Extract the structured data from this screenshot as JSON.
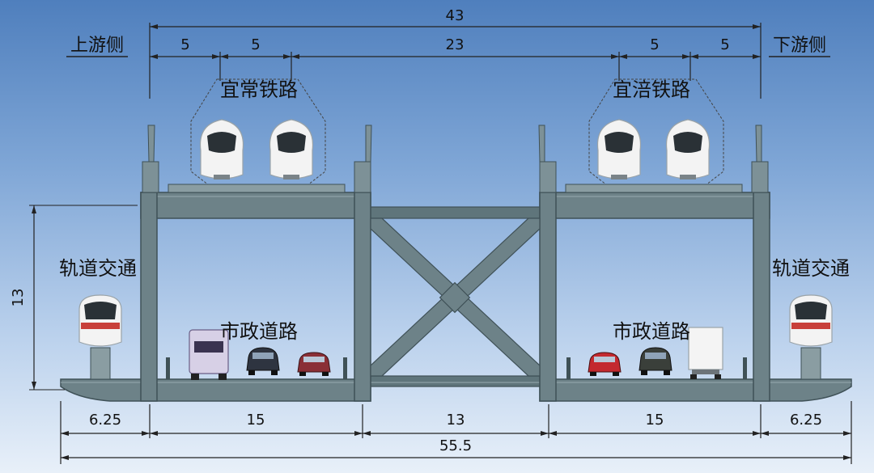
{
  "top_dimensions": {
    "overall": "43",
    "left_a": "5",
    "left_b": "5",
    "middle": "23",
    "right_a": "5",
    "right_b": "5"
  },
  "side_labels": {
    "upstream": "上游侧",
    "downstream": "下游侧"
  },
  "deck_labels": {
    "rail_left": "宜常铁路",
    "rail_right": "宜涪铁路",
    "transit_left": "轨道交通",
    "transit_right": "轨道交通",
    "road_left": "市政道路",
    "road_right": "市政道路"
  },
  "height_dimension": "13",
  "bottom_dimensions": {
    "left_cantilever": "6.25",
    "left_road": "15",
    "center": "13",
    "right_road": "15",
    "right_cantilever": "6.25",
    "total": "55.5"
  },
  "colors": {
    "steel": "#6d8288",
    "steel_dark": "#3f5157",
    "train_white": "#f3f3f3",
    "transit_red": "#c8403a"
  }
}
